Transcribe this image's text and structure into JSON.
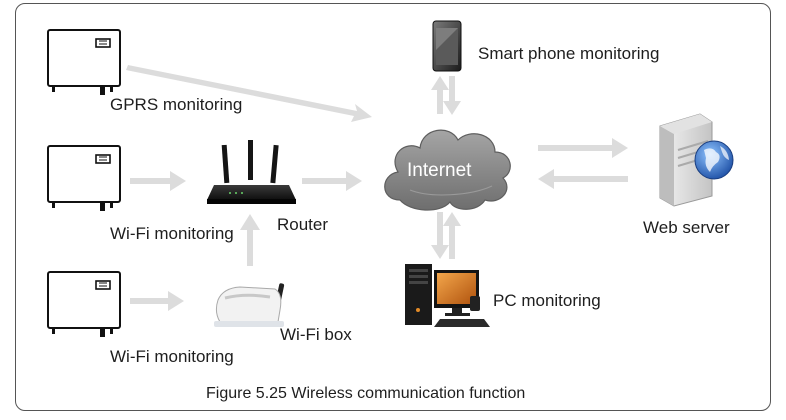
{
  "labels": {
    "gprs": "GPRS monitoring",
    "wifi_1": "Wi-Fi monitoring",
    "wifi_2": "Wi-Fi monitoring",
    "router": "Router",
    "wifi_box": "Wi-Fi box",
    "internet": "Internet",
    "smartphone": "Smart phone monitoring",
    "pc": "PC monitoring",
    "web_server": "Web server"
  },
  "caption": "Figure 5.25 Wireless communication function",
  "icons": [
    "inverter-icon",
    "router-icon",
    "wifi-box-icon",
    "cloud-icon",
    "smartphone-icon",
    "pc-icon",
    "web-server-icon",
    "globe-icon"
  ],
  "colors": {
    "arrow": "#dcdcdc",
    "cloud": "#8a8a8a",
    "frame": "#555555"
  }
}
